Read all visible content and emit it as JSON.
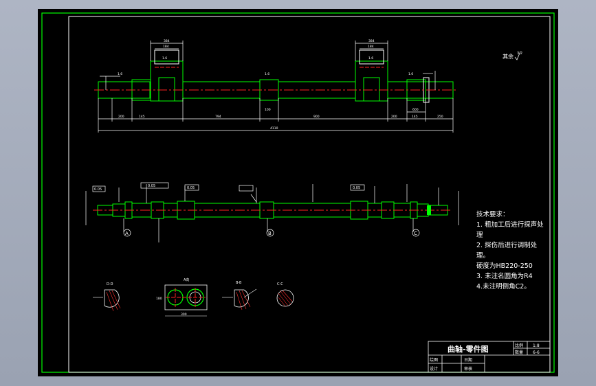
{
  "drawing": {
    "roughness_symbol": "其余",
    "roughness_value": "3.2"
  },
  "shaft_top": {
    "dims": {
      "crank_width": "384",
      "crank_inner": "184",
      "crank_width_right": "384",
      "crank_inner_right": "184",
      "seg1": "200",
      "seg2": "145",
      "seg3": "794",
      "seg4": "100",
      "seg5": "900",
      "seg6": "200",
      "seg7": "145",
      "seg8": "600",
      "seg9": "250",
      "total": "4110"
    },
    "roughness": [
      "1.6",
      "1.6",
      "1.6",
      "1.6",
      "1.6"
    ]
  },
  "shaft_bottom": {
    "tolerance_frames": [
      "0.05",
      "0.05",
      "0.05",
      "0.05"
    ],
    "section_markers": [
      "A",
      "B",
      "C"
    ]
  },
  "sections": {
    "d_label": "D-D",
    "a_label": "A向",
    "b_label": "B-B",
    "c_label": "C-C",
    "a_dim": "300",
    "a_height": "180"
  },
  "notes": {
    "title": "技术要求：",
    "lines": [
      "1. 粗加工后进行探声处",
      "理",
      "2. 探伤后进行调制处",
      "理。",
      "硬度为HB220-250",
      "3. 未注名圆角为R4",
      "4.未注明倒角C2。"
    ]
  },
  "title_block": {
    "part_name": "曲轴-零件图",
    "scale_label": "比例",
    "scale_value": "1:8",
    "qty_label": "数量",
    "qty_value": "6-6",
    "drawn_label": "绘图",
    "design_label": "设计",
    "date_label": "日期",
    "review_label": "审核"
  }
}
